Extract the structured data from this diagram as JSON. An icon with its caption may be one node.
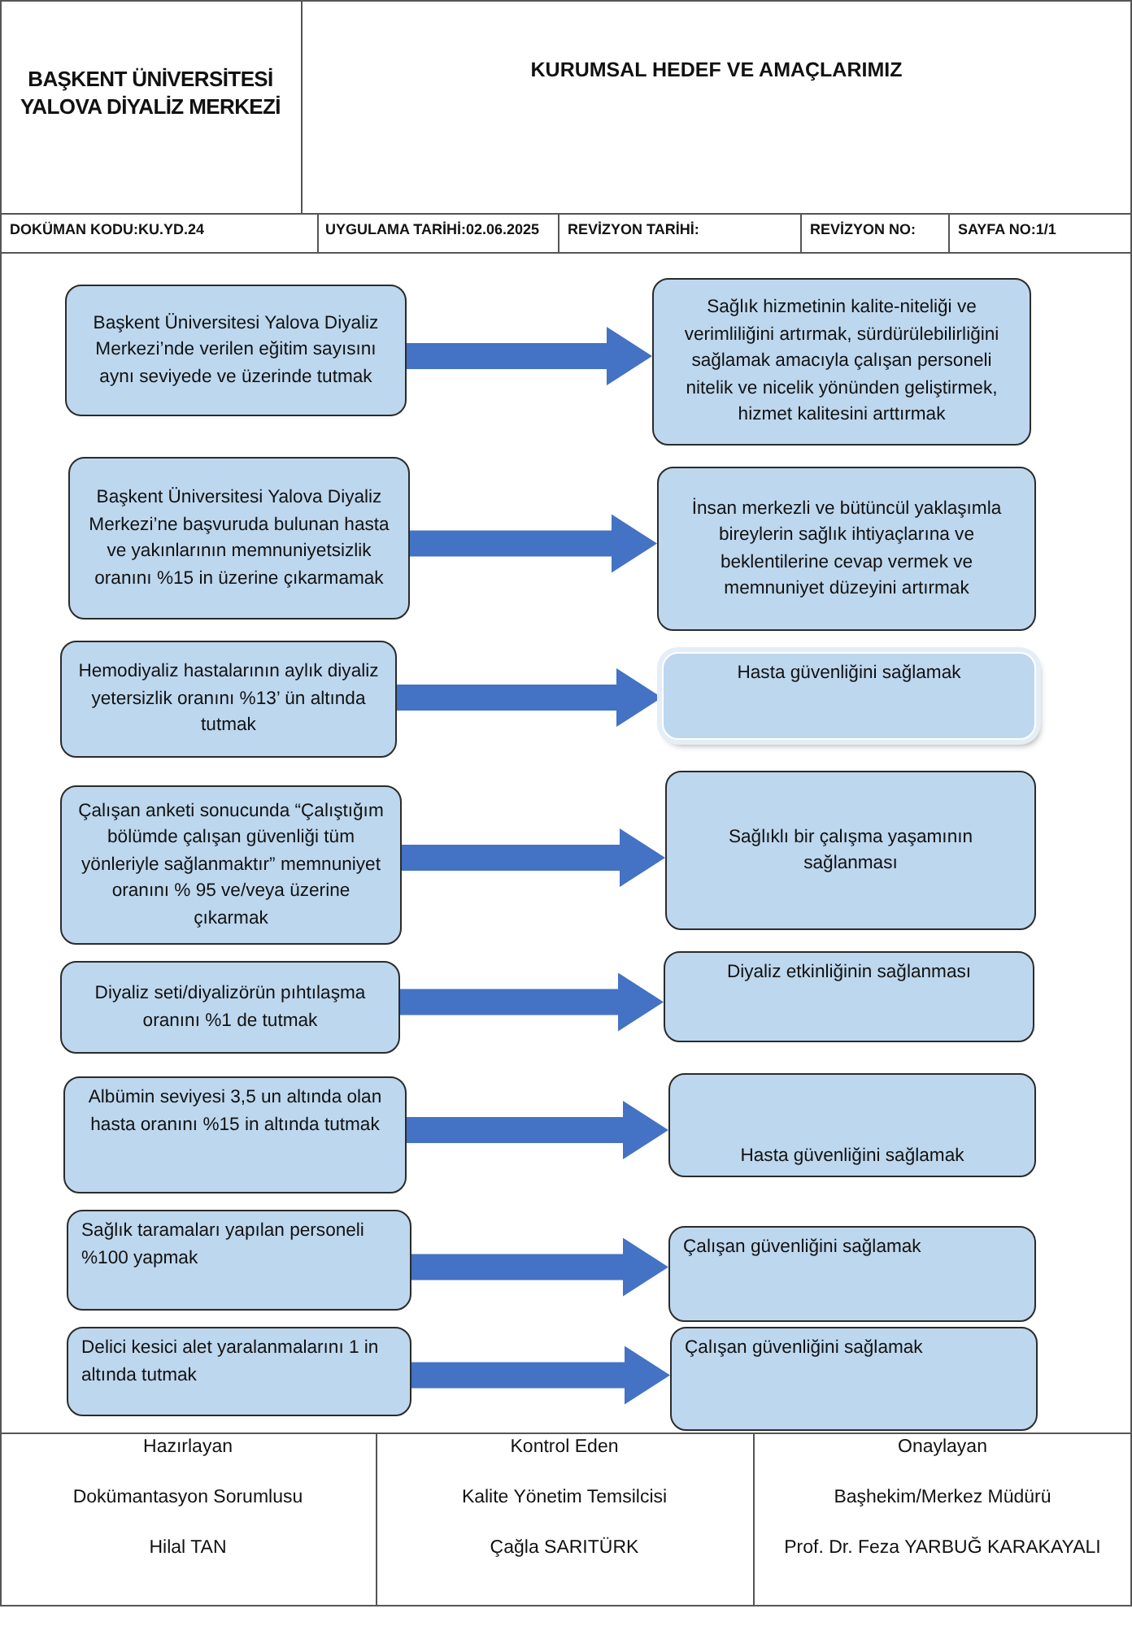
{
  "diagram": {
    "title": "KURUMSAL HEDEF VE AMAÇLARIMIZ",
    "nodes": [
      {
        "text": [
          "Başkent Üniversitesi Yalova Diyaliz Merkezi’nde verilen eğitim sayısını aynı seviyede ve üzerinde tutmak"
        ]
      },
      {
        "text": [
          "Sağlık hizmetinin kalite-niteliği ve verimliliğini artırmak, sürdürülebilirliğini sağlamak amacıyla çalışan personeli nitelik ve nicelik yönünden geliştirmek, hizmet kalitesini arttırmak"
        ]
      },
      {
        "text": [
          "Başkent Üniversitesi Yalova Diyaliz Merkezi’ne başvuruda bulunan hasta ve yakınlarının memnuniyetsizlik oranını %15 in üzerine çıkarmamak"
        ]
      },
      {
        "text": [
          "İnsan merkezli ve bütüncül yaklaşımla bireylerin sağlık ihtiyaçlarına ve beklentilerine cevap vermek ve memnuniyet düzeyini artırmak"
        ]
      },
      {
        "text": [
          "Hemodiyaliz hastalarının aylık diyaliz yetersizlik oranını %13’ ün altında tutmak"
        ]
      },
      {
        "text": [
          "Hasta güvenliğini sağlamak"
        ]
      },
      {
        "text": [
          "Çalışan anketi sonucunda “Çalıştığım bölümde çalışan güvenliği tüm yönleriyle sağlanmaktır” memnuniyet oranını % 95 ve/veya üzerine çıkarmak"
        ]
      },
      {
        "text": [
          "Sağlıklı bir çalışma yaşamının sağlanması"
        ]
      },
      {
        "text": [
          "Diyaliz seti/diyalizörün pıhtılaşma oranını %1 de tutmak"
        ]
      },
      {
        "text": [
          "Diyaliz etkinliğinin sağlanması"
        ]
      },
      {
        "text": [
          "Albümin seviyesi 3,5 un altında olan hasta oranını %15 in altında tutmak"
        ]
      },
      {
        "text": [
          "Hasta güvenliğini sağlamak"
        ]
      },
      {
        "text": [
          "Sağlık taramaları yapılan personeli %100 yapmak"
        ]
      },
      {
        "text": [
          "Çalışan güvenliğini sağlamak"
        ]
      },
      {
        "text": [
          "Delici kesici alet yaralanmalarını 1 in altında tutmak"
        ]
      },
      {
        "text": [
          "Çalışan güvenliğini sağlamak"
        ]
      }
    ],
    "edges": [
      {
        "from": 0,
        "to": 1,
        "arrow": "to"
      },
      {
        "from": 2,
        "to": 3,
        "arrow": "to"
      },
      {
        "from": 4,
        "to": 5,
        "arrow": "to"
      },
      {
        "from": 6,
        "to": 7,
        "arrow": "to"
      },
      {
        "from": 8,
        "to": 9,
        "arrow": "to"
      },
      {
        "from": 10,
        "to": 11,
        "arrow": "to"
      },
      {
        "from": 12,
        "to": 13,
        "arrow": "to"
      },
      {
        "from": 14,
        "to": 15,
        "arrow": "to"
      }
    ],
    "labels": [
      "BAŞKENT ÜNİVERSİTESİ YALOVA DİYALİZ MERKEZİ",
      "DOKÜMAN KODU:KU.YD.24",
      "UYGULAMA TARİHİ:02.06.2025",
      "REVİZYON TARİHİ:",
      "REVİZYON NO:",
      "SAYFA NO:1/1",
      "Hazırlayan",
      "Kontrol Eden",
      "Onaylayan",
      "Dokümantasyon Sorumlusu",
      "Kalite Yönetim Temsilcisi",
      "Başhekim/Merkez Müdürü",
      "Hilal TAN",
      "Çağla SARITÜRK",
      "Prof. Dr. Feza YARBUĞ KARAKAYALI"
    ]
  }
}
